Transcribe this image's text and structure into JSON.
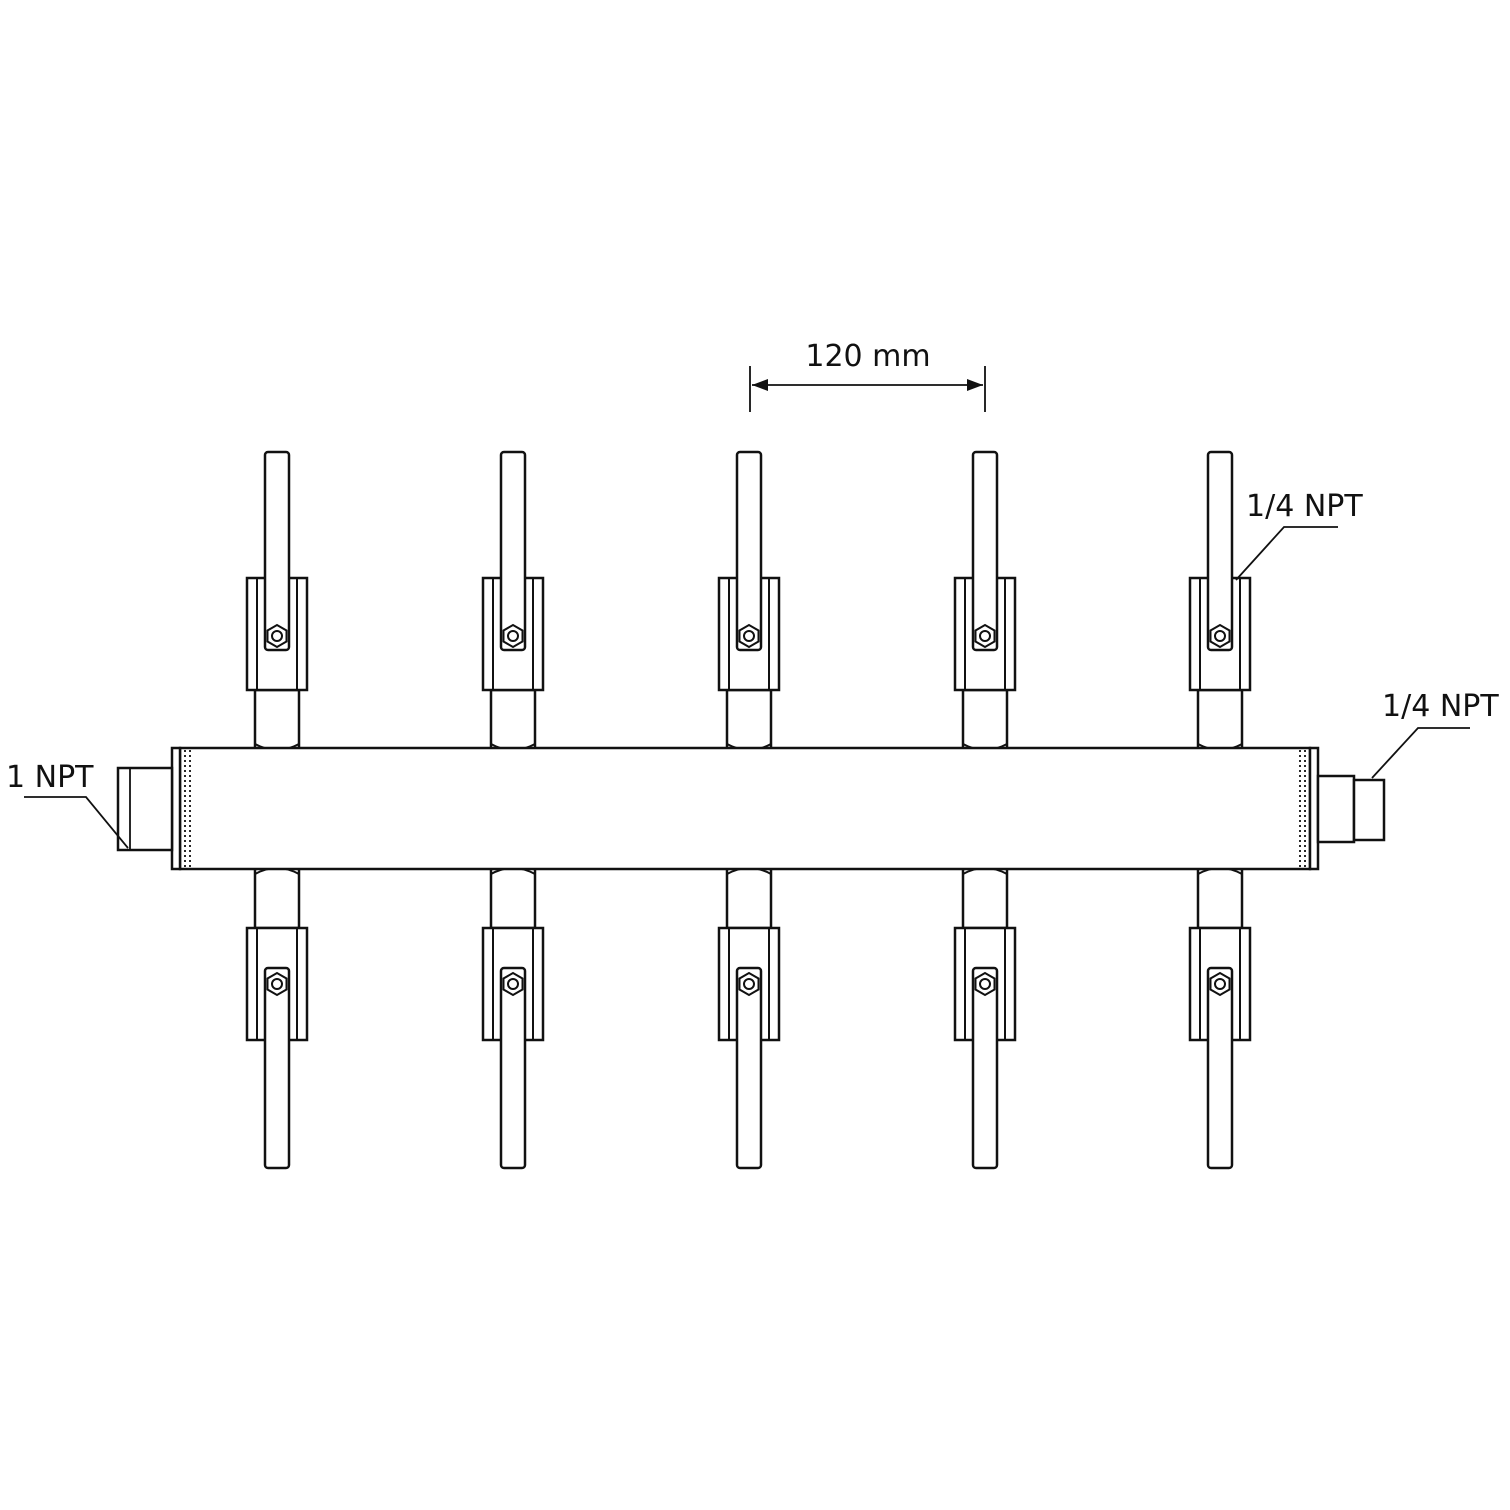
{
  "labels": {
    "spacing": "120 mm",
    "inlet": "1 NPT",
    "outlet_end": "1/4 NPT",
    "branch": "1/4 NPT"
  },
  "manifold": {
    "valves_top": 5,
    "valves_bottom": 5
  },
  "colors": {
    "line": "#111111",
    "background": "#ffffff"
  }
}
